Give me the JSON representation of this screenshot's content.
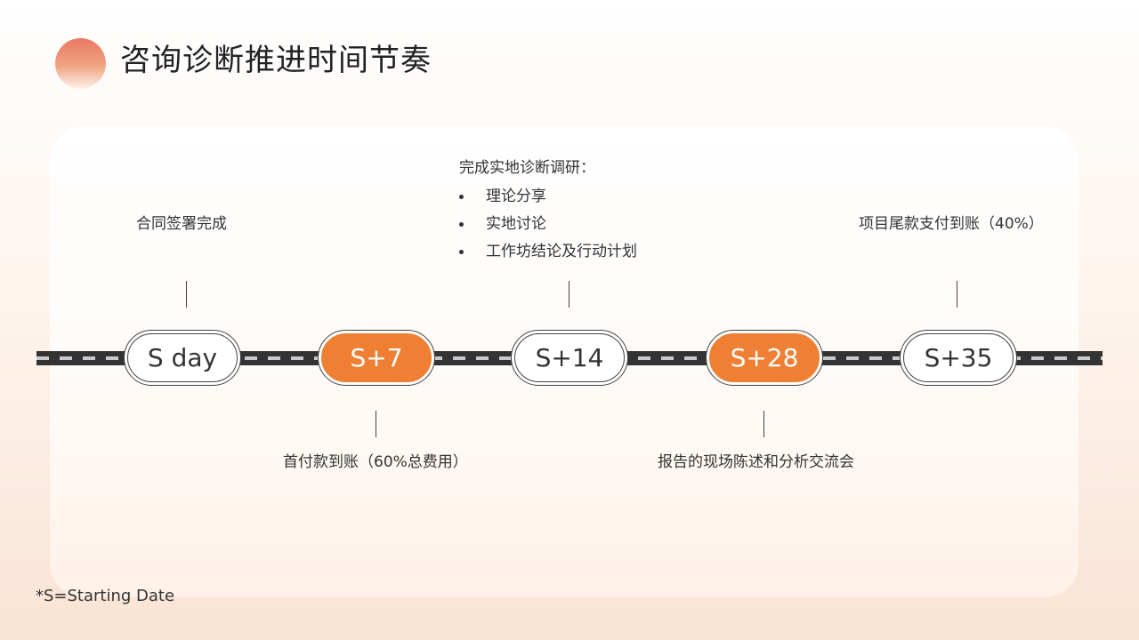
{
  "title": "咨询诊断推进时间节奏",
  "milestones": [
    {
      "label": "S day",
      "highlight": false
    },
    {
      "label": "S+7",
      "highlight": true
    },
    {
      "label": "S+14",
      "highlight": false
    },
    {
      "label": "S+28",
      "highlight": true
    },
    {
      "label": "S+35",
      "highlight": false
    }
  ],
  "events": {
    "sday": "合同签署完成",
    "s7": "首付款到账（60%总费用）",
    "s14": {
      "heading": "完成实地诊断调研：",
      "items": [
        "理论分享",
        "实地讨论",
        "工作坊结论及行动计划"
      ]
    },
    "s28": "报告的现场陈述和分析交流会",
    "s35": "项目尾款支付到账（40%）"
  },
  "footnote": "*S=Starting Date",
  "colors": {
    "accent": "#ef8033",
    "road": "#333333",
    "title_circle": "#e97862"
  }
}
